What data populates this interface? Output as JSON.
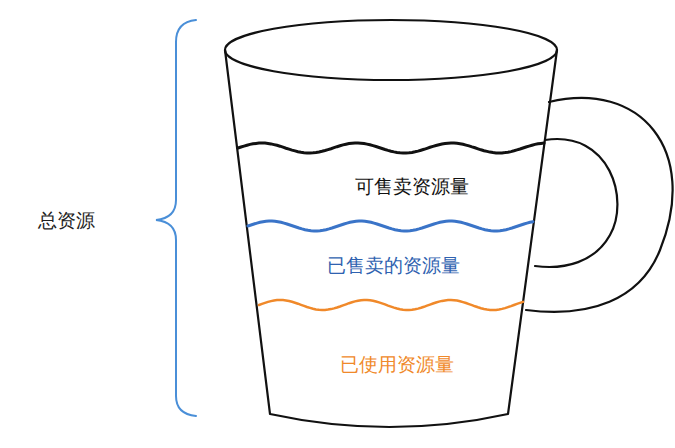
{
  "diagram": {
    "labels": [
      "总资源",
      "可售卖资源量",
      "已售卖的资源量",
      "已使用资源量"
    ]
  }
}
